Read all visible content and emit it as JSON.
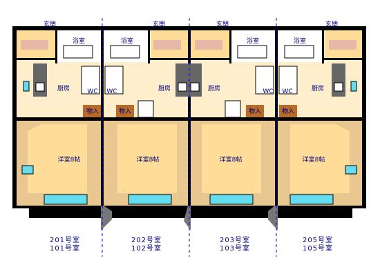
{
  "labels": {
    "entrance": "玄関",
    "bath": "浴室",
    "kitchen": "厨房",
    "wc": "WC",
    "closet": "物入",
    "western_room": "洋室8帖"
  },
  "units": [
    {
      "upper": "201号室",
      "lower": "101号室"
    },
    {
      "upper": "202号室",
      "lower": "102号室"
    },
    {
      "upper": "203号室",
      "lower": "103号室"
    },
    {
      "upper": "205号室",
      "lower": "105号室"
    }
  ],
  "colors": {
    "wall": "#000000",
    "floor_room": "#ffdd99",
    "floor_light": "#ffeecc",
    "wall_side": "#e8c890",
    "wet_area": "#ffffff",
    "wood": "#b86a2a",
    "window": "#66ddee",
    "pink": "#e8b8a8",
    "divider": "#0000ff",
    "label_text": "#000080"
  }
}
